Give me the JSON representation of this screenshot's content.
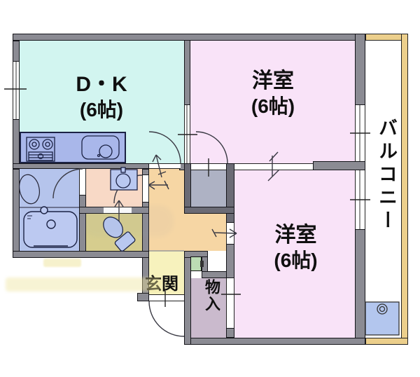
{
  "plan": {
    "type": "apartment-floorplan",
    "rooms": {
      "dk": {
        "label": "D・K",
        "size": "(6帖)"
      },
      "bedroom_top": {
        "label": "洋室",
        "size": "(6帖)"
      },
      "bedroom_bottom": {
        "label": "洋室",
        "size": "(6帖)"
      },
      "balcony": {
        "label": "バルコニー"
      },
      "entrance": {
        "label": "玄関"
      },
      "storage": {
        "label": "物入"
      }
    },
    "fixtures": [
      "stove",
      "kitchen-sink",
      "wash-basin",
      "toilet",
      "bathtub",
      "washing-machine-pan",
      "meter-box"
    ],
    "colors": {
      "dk": "#d2f5f0",
      "bedroom": "#f9e3f8",
      "hall": "#f6d6a4",
      "entrance": "#f7f2bd",
      "washroom": "#f8d9c6",
      "toilet_room": "#d6cd8e",
      "bathroom": "#b5c4ec",
      "storage": "#cabacd",
      "closet": "#aeb2c4",
      "kitchen_counter": "#a9b7ea",
      "balcony_wall": "#eccf8c",
      "wall": "#8b8b93",
      "fixture_blue": "#b9c8f0",
      "meter_box": "#bcdcb4"
    }
  }
}
